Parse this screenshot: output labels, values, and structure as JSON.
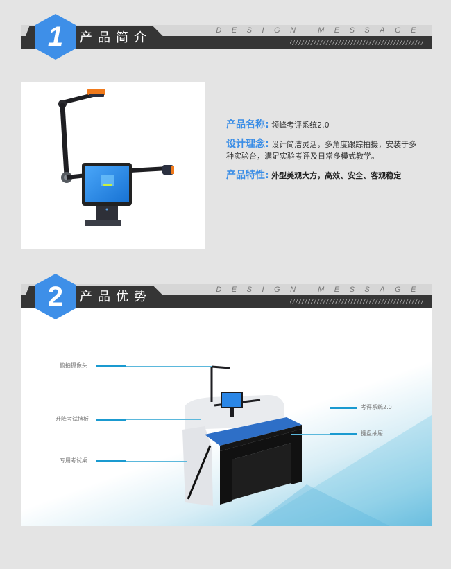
{
  "section1": {
    "number": "1",
    "title": "产品简介",
    "tagline": "DESIGN MESSAGE",
    "product_image": "exam-monitor-with-camera-arms",
    "info": {
      "name_label": "产品名称:",
      "name_value": "领峰考评系统2.0",
      "concept_label": "设计理念:",
      "concept_value": "设计简洁灵活，多角度跟踪拍摄，安装于多种实验台，满足实验考评及日常多模式教学。",
      "features_label": "产品特性:",
      "features_value": "外型美观大方，高效、安全、客观稳定"
    }
  },
  "section2": {
    "number": "2",
    "title": "产品优势",
    "tagline": "DESIGN MESSAGE",
    "product_image": "exam-desk-with-monitor",
    "callouts_left": [
      {
        "label": "俯拍摄像头"
      },
      {
        "label": "升降考试挡板"
      },
      {
        "label": "专用考试桌"
      }
    ],
    "callouts_right": [
      {
        "label": "考评系统2.0"
      },
      {
        "label": "键盘抽屉"
      }
    ]
  },
  "colors": {
    "accent_blue": "#3e8fe8",
    "header_dark": "#353535",
    "header_light": "#d6d6d6",
    "callout_blue": "#1a9ad0",
    "page_bg": "#e4e4e4"
  }
}
